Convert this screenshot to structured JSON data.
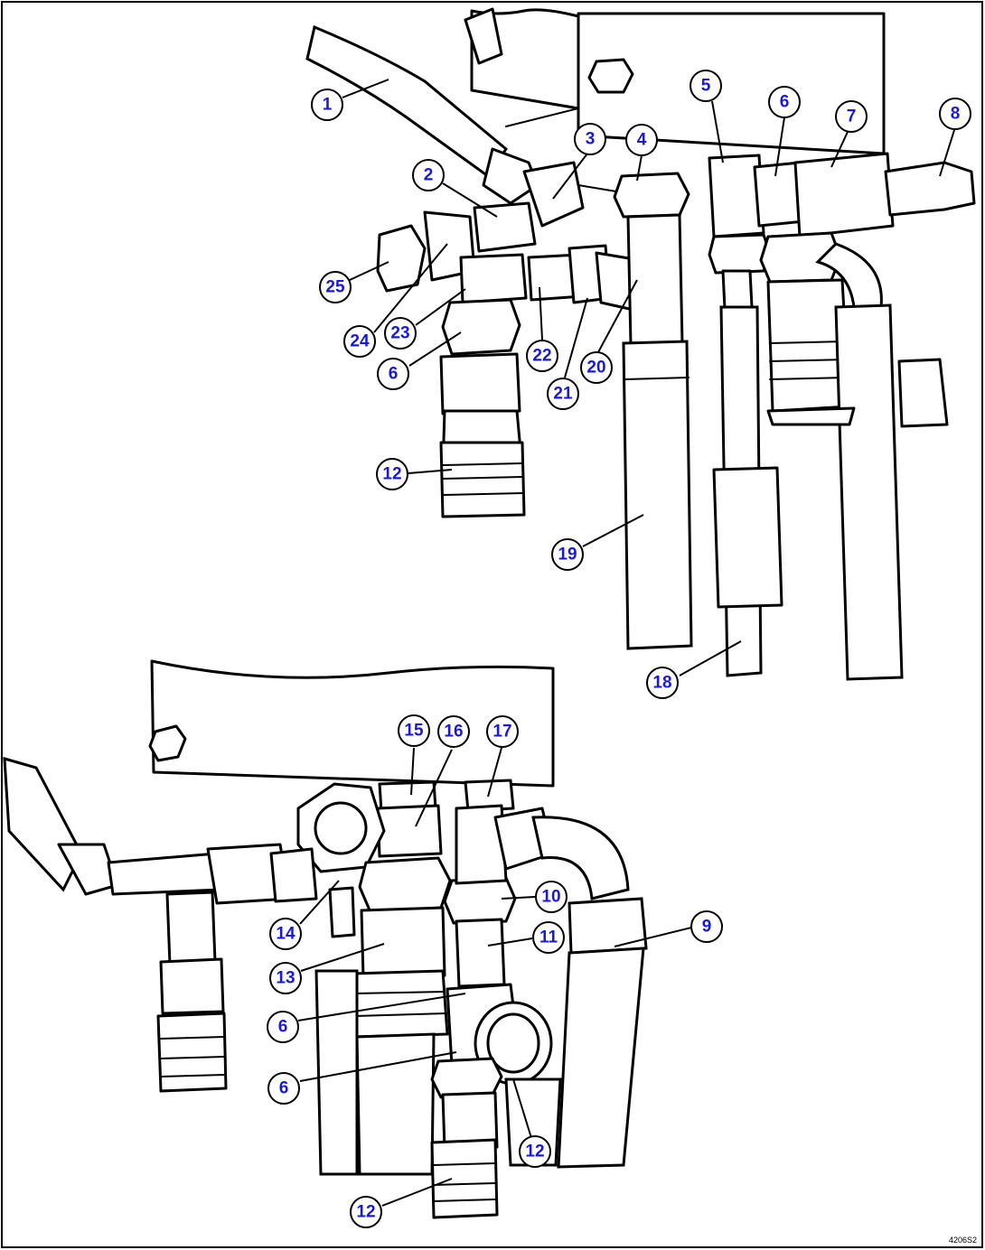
{
  "diagram": {
    "reference_code": "4206S2",
    "callouts": [
      "1",
      "2",
      "3",
      "4",
      "5",
      "6",
      "7",
      "8",
      "25",
      "24",
      "23",
      "6",
      "22",
      "20",
      "21",
      "12",
      "19",
      "18",
      "15",
      "16",
      "17",
      "10",
      "9",
      "14",
      "11",
      "13",
      "6",
      "6",
      "12",
      "12"
    ]
  }
}
